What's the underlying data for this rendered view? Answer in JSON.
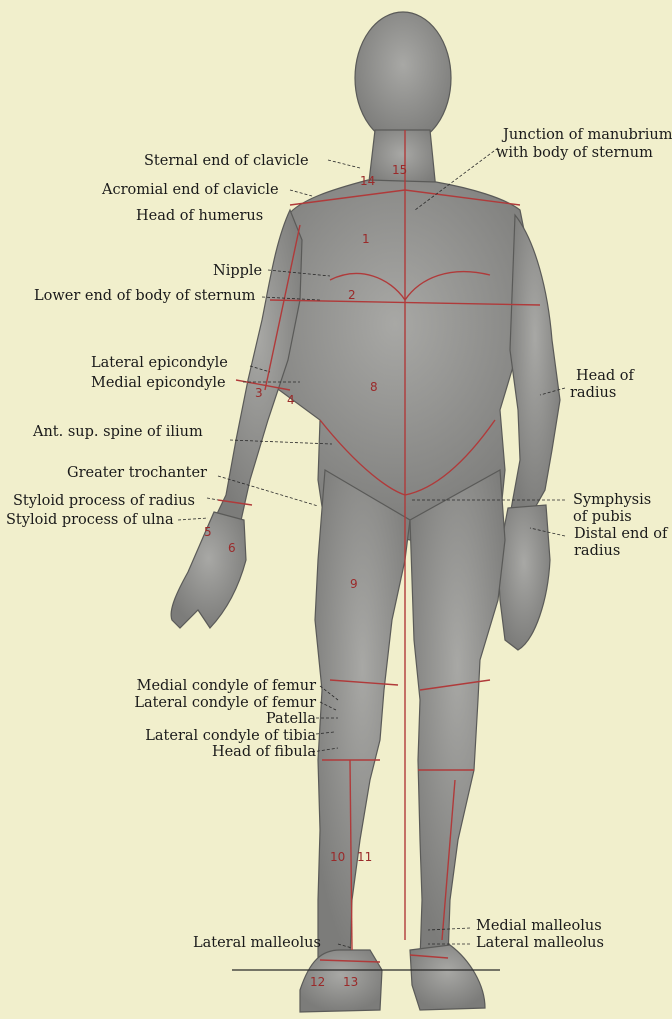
{
  "labels": {
    "sternal_end_clavicle": "Sternal end of clavicle",
    "junction_1": "Junction of manubrium",
    "junction_2": "with body of sternum",
    "acromial_end_clavicle": "Acromial end of clavicle",
    "head_humerus": "Head of humerus",
    "nipple": "Nipple",
    "lower_end_sternum": "Lower end of body of sternum",
    "lateral_epicondyle": "Lateral epicondyle",
    "medial_epicondyle": "Medial epicondyle",
    "head_radius_1": "Head of",
    "head_radius_2": "radius",
    "ant_sup_spine": "Ant. sup. spine of ilium",
    "greater_trochanter": "Greater trochanter",
    "styloid_radius": "Styloid process of radius",
    "styloid_ulna": "Styloid process of ulna",
    "symphysis_1": "Symphysis",
    "symphysis_2": "of pubis",
    "distal_radius_1": "Distal end of",
    "distal_radius_2": "radius",
    "medial_condyle_femur": "Medial condyle of femur",
    "lateral_condyle_femur": "Lateral condyle of femur",
    "patella": "Patella",
    "lateral_condyle_tibia": "Lateral condyle of tibia",
    "head_fibula": "Head of fibula",
    "medial_malleolus": "Medial malleolus",
    "lateral_malleolus_right": "Lateral malleolus",
    "lateral_malleolus_left": "Lateral malleolus"
  },
  "region_numbers": {
    "n1": "1",
    "n2": "2",
    "n3": "3",
    "n4": "4",
    "n5": "5",
    "n6": "6",
    "n8": "8",
    "n9": "9",
    "n10": "10",
    "n11": "11",
    "n12": "12",
    "n13": "13",
    "n14": "14",
    "n15": "15"
  },
  "colors": {
    "background": "#f1efcc",
    "skin": "#8f8f8d",
    "line_red": "#b03a3a",
    "text": "#1a1a1a"
  }
}
